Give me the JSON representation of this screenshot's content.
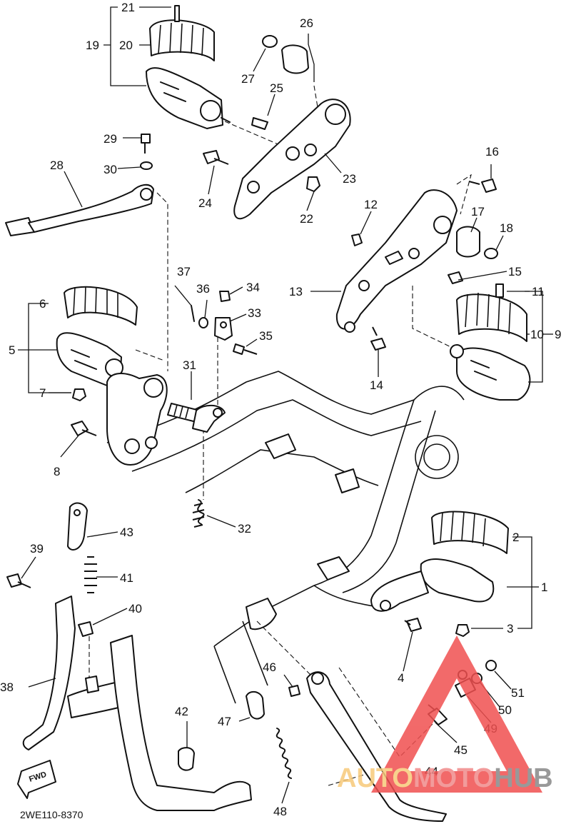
{
  "callouts": [
    "1",
    "2",
    "3",
    "4",
    "5",
    "6",
    "7",
    "8",
    "9",
    "10",
    "11",
    "12",
    "13",
    "14",
    "15",
    "16",
    "17",
    "18",
    "19",
    "20",
    "21",
    "22",
    "23",
    "24",
    "25",
    "26",
    "27",
    "28",
    "29",
    "30",
    "31",
    "32",
    "33",
    "34",
    "35",
    "36",
    "37",
    "38",
    "39",
    "40",
    "41",
    "42",
    "43",
    "44",
    "45",
    "46",
    "47",
    "48",
    "49",
    "50",
    "51"
  ],
  "diagram_code": "2WE110-8370",
  "fwd_label": "FWD",
  "watermark": {
    "word_1": "AUTO",
    "word_2": "MOTO",
    "word_3": "HUB",
    "colors": {
      "auto": "#f7c97a",
      "moto": "#f08a8a",
      "hub": "#888888",
      "triangle": "#f05050"
    }
  }
}
